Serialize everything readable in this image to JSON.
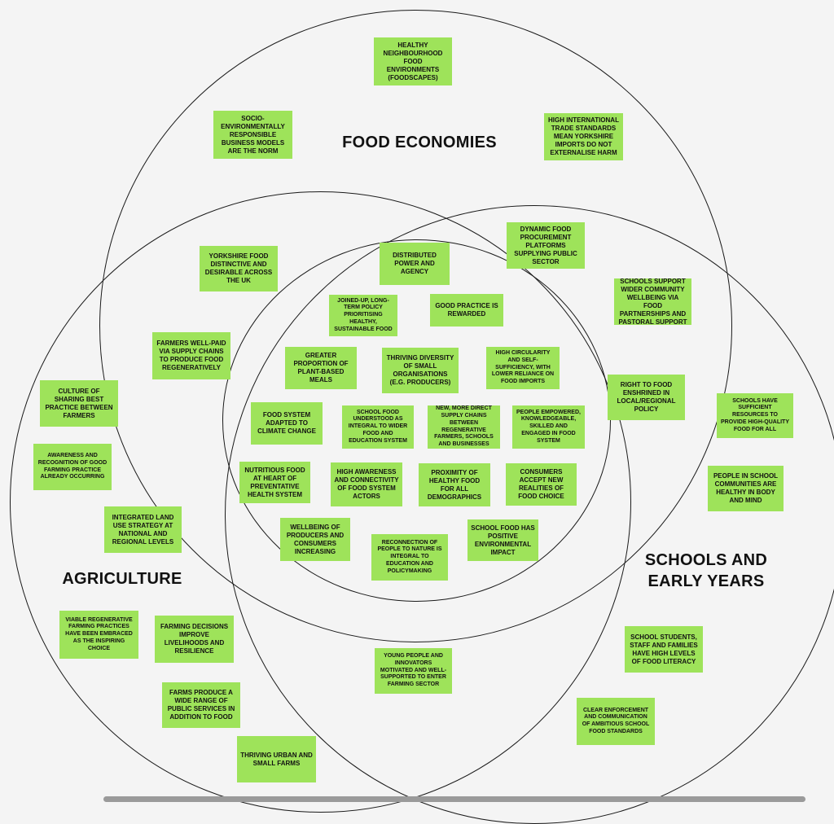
{
  "circles": {
    "food_economies": "FOOD ECONOMIES",
    "agriculture": "AGRICULTURE",
    "schools": "SCHOOLS AND EARLY YEARS"
  },
  "notes": [
    "HEALTHY NEIGHBOURHOOD FOOD ENVIRONMENTS (FOODSCAPES)",
    "SOCIO-ENVIRONMENTALLY RESPONSIBLE BUSINESS MODELS ARE THE NORM",
    "HIGH INTERNATIONAL TRADE STANDARDS MEAN YORKSHIRE IMPORTS DO NOT EXTERNALISE HARM",
    "DYNAMIC FOOD PROCUREMENT PLATFORMS SUPPLYING PUBLIC SECTOR",
    "YORKSHIRE FOOD DISTINCTIVE AND DESIRABLE ACROSS THE UK",
    "DISTRIBUTED POWER AND AGENCY",
    "SCHOOLS SUPPORT WIDER COMMUNITY WELLBEING VIA FOOD PARTNERSHIPS AND PASTORAL SUPPORT",
    "JOINED-UP, LONG-TERM POLICY PRIORITISING HEALTHY, SUSTAINABLE FOOD",
    "GOOD PRACTICE IS REWARDED",
    "FARMERS WELL-PAID VIA SUPPLY CHAINS TO PRODUCE FOOD REGENERATIVELY",
    "GREATER PROPORTION OF PLANT-BASED MEALS",
    "THRIVING DIVERSITY OF SMALL ORGANISATIONS (E.G. PRODUCERS)",
    "HIGH CIRCULARITY AND SELF-SUFFICIENCY, WITH LOWER RELIANCE ON FOOD IMPORTS",
    "RIGHT TO FOOD ENSHRINED IN LOCAL/REGIONAL POLICY",
    "CULTURE OF SHARING BEST PRACTICE BETWEEN FARMERS",
    "SCHOOLS HAVE SUFFICIENT RESOURCES TO PROVIDE HIGH-QUALITY FOOD FOR ALL",
    "FOOD SYSTEM ADAPTED TO CLIMATE CHANGE",
    "SCHOOL FOOD UNDERSTOOD AS INTEGRAL TO WIDER FOOD AND EDUCATION SYSTEM",
    "NEW, MORE DIRECT SUPPLY CHAINS BETWEEN REGENERATIVE FARMERS, SCHOOLS AND BUSINESSES",
    "PEOPLE EMPOWERED, KNOWLEDGEABLE, SKILLED AND ENGAGED IN FOOD SYSTEM",
    "AWARENESS AND RECOGNITION OF GOOD FARMING PRACTICE ALREADY OCCURRING",
    "NUTRITIOUS FOOD AT HEART OF PREVENTATIVE HEALTH SYSTEM",
    "HIGH AWARENESS AND CONNECTIVITY OF FOOD SYSTEM ACTORS",
    "PROXIMITY OF HEALTHY FOOD FOR ALL DEMOGRAPHICS",
    "CONSUMERS ACCEPT NEW REALITIES OF FOOD CHOICE",
    "PEOPLE IN SCHOOL COMMUNITIES ARE HEALTHY IN BODY AND MIND",
    "INTEGRATED LAND USE STRATEGY AT NATIONAL AND REGIONAL LEVELS",
    "WELLBEING OF PRODUCERS AND CONSUMERS INCREASING",
    "SCHOOL FOOD HAS POSITIVE ENVIRONMENTAL IMPACT",
    "RECONNECTION OF PEOPLE TO NATURE IS INTEGRAL TO EDUCATION AND POLICYMAKING",
    "VIABLE REGENERATIVE FARMING PRACTICES HAVE BEEN EMBRACED AS THE INSPIRING CHOICE",
    "FARMING DECISIONS IMPROVE LIVELIHOODS AND RESILIENCE",
    "SCHOOL STUDENTS, STAFF AND FAMILIES HAVE HIGH LEVELS OF FOOD LITERACY",
    "YOUNG PEOPLE AND INNOVATORS MOTIVATED AND WELL-SUPPORTED TO ENTER FARMING SECTOR",
    "FARMS PRODUCE A WIDE RANGE OF PUBLIC SERVICES IN ADDITION TO FOOD",
    "CLEAR ENFORCEMENT AND COMMUNICATION OF AMBITIOUS SCHOOL FOOD STANDARDS",
    "THRIVING URBAN AND SMALL FARMS"
  ]
}
